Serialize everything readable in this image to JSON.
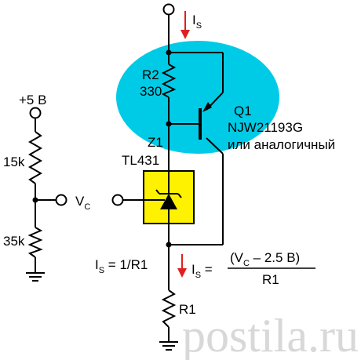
{
  "labels": {
    "is_top": "I",
    "is_top_sub": "S",
    "r2_name": "R2",
    "r2_value": "330",
    "q1_name": "Q1",
    "q1_part": "NJW21193G",
    "q1_alt": "или аналогичный",
    "z1_name": "Z1",
    "z1_part": "TL431",
    "supply": "+5 В",
    "r_top": "15k",
    "r_bottom": "35k",
    "vc": "V",
    "vc_sub": "C",
    "is_left": "I",
    "is_left_sub": "S",
    "is_left_rest": " = 1/R1",
    "is_formula": "I",
    "is_formula_sub": "S",
    "is_formula_eq": " = ",
    "numerator_open": "(V",
    "numerator_sub": "C",
    "numerator_rest": " – 2.5 В)",
    "denominator": "R1",
    "r1_name": "R1",
    "watermark": "postila.ru"
  },
  "colors": {
    "highlight": "#00cbe6",
    "tl431_fill": "#fff200",
    "arrow": "#e02020",
    "wire": "#000000",
    "watermark": "#d8d8d8"
  }
}
